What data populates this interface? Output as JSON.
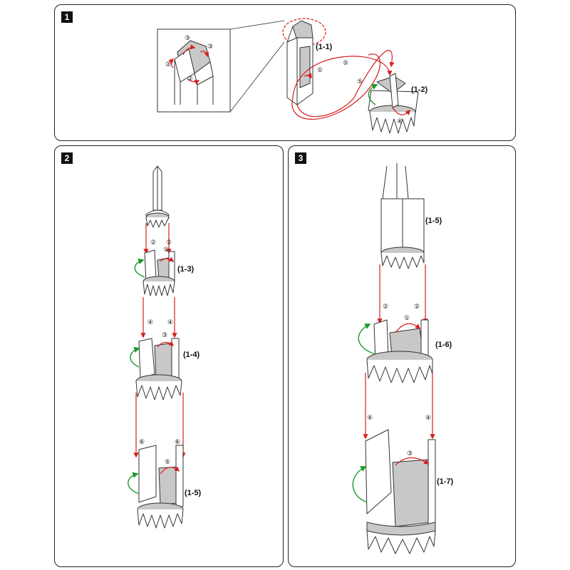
{
  "panels": [
    {
      "badge": "1",
      "labels": {
        "p1_1": "(1-1)",
        "p1_2": "(1-2)"
      }
    },
    {
      "badge": "2",
      "labels": {
        "p1_3": "(1-3)",
        "p1_4": "(1-4)",
        "p1_5": "(1-5)"
      }
    },
    {
      "badge": "3",
      "labels": {
        "p1_5": "(1-5)",
        "p1_6": "(1-6)",
        "p1_7": "(1-7)"
      }
    }
  ],
  "step_markers": {
    "c1": "①",
    "c2": "②",
    "c3": "③",
    "c4": "④",
    "c5": "⑤",
    "c6": "⑥"
  },
  "colors": {
    "outline": "#333333",
    "shade": "#c8c8c8",
    "red_arrow": "#d81e1e",
    "green_arrow": "#1a9a2a",
    "frame": "#222222"
  }
}
